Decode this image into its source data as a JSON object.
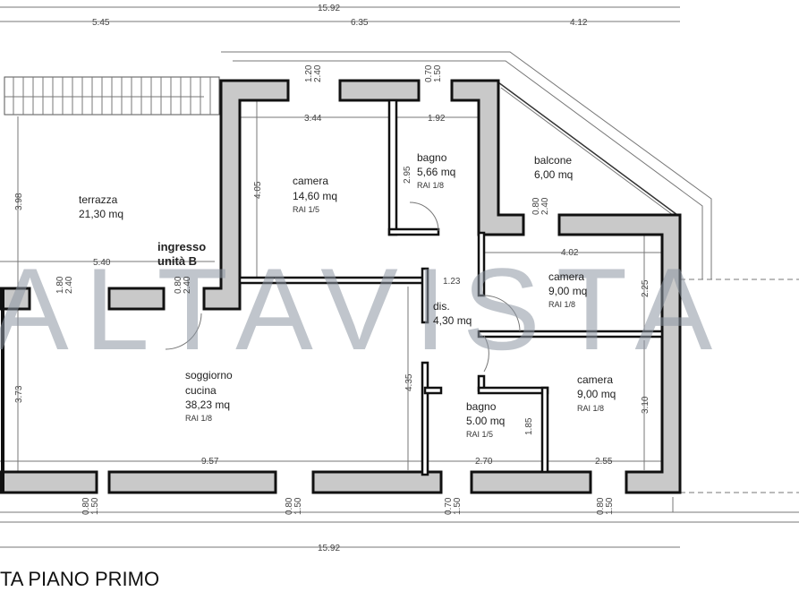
{
  "title": "TA PIANO PRIMO",
  "watermark": "ALTAVISTA",
  "rooms": {
    "terrazza": {
      "name": "terrazza",
      "area": "21,30 mq"
    },
    "camera1": {
      "name": "camera",
      "area": "14,60 mq",
      "rai": "RAI 1/5"
    },
    "bagno1": {
      "name": "bagno",
      "area": "5,66 mq",
      "rai": "RAI 1/8"
    },
    "balcone": {
      "name": "balcone",
      "area": "6,00 mq"
    },
    "ingresso": {
      "line1": "ingresso",
      "line2": "unità B"
    },
    "camera2": {
      "name": "camera",
      "area": "9,00 mq",
      "rai": "RAI 1/8"
    },
    "dis": {
      "name": "dis.",
      "area": "4,30 mq"
    },
    "soggiorno": {
      "name1": "soggiorno",
      "name2": "cucina",
      "area": "38,23 mq",
      "rai": "RAI 1/8"
    },
    "bagno2": {
      "name": "bagno",
      "area": "5.00 mq",
      "rai": "RAI 1/5"
    },
    "camera3": {
      "name": "camera",
      "area": "9,00 mq",
      "rai": "RAI 1/8"
    }
  },
  "dimensions": {
    "total_top": "15.92",
    "top_a": "5.45",
    "top_b": "6.35",
    "top_c": "4.12",
    "win_cam_a": "1.20",
    "win_cam_b": "2.40",
    "win_bagno_a": "0.70",
    "win_bagno_b": "1.50",
    "cam1_w": "3.44",
    "bagno1_w": "1.92",
    "bagno1_h": "2.95",
    "cam1_h": "4.05",
    "terr_h": "3.98",
    "terr_w": "5.40",
    "door_l_a": "1.80",
    "door_l_b": "2.40",
    "door_in_a": "0.80",
    "door_in_b": "2.40",
    "bal_door_a": "0.80",
    "bal_door_b": "2.40",
    "cam2_w": "4.02",
    "cam2_h": "2.25",
    "dis_w": "1.23",
    "sogg_h": "3.73",
    "sogg_w": "9.57",
    "sogg_h2": "4.35",
    "bagno2_w": "2.70",
    "bagno2_h": "1.85",
    "cam3_w": "2.55",
    "cam3_h": "3.10",
    "win_b1_a": "0.80",
    "win_b1_b": "1.50",
    "win_b2_a": "0.80",
    "win_b2_b": "1.50",
    "win_b3_a": "0.70",
    "win_b3_b": "1.50",
    "win_b4_a": "0.80",
    "win_b4_b": "1.50",
    "total_bottom": "15.92"
  }
}
